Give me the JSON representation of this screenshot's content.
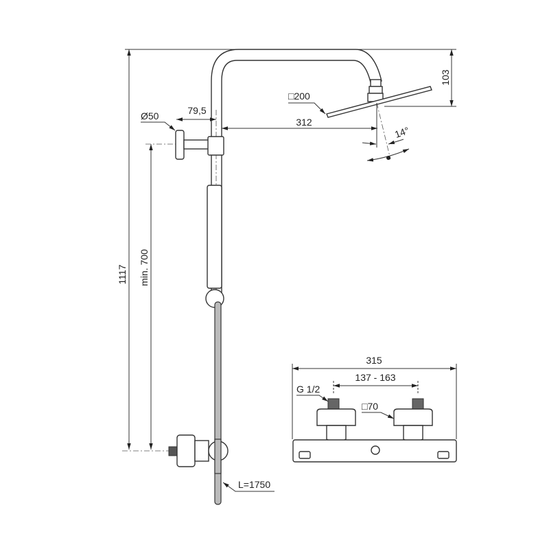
{
  "dimensions": {
    "height_total": "1117",
    "min_height": "min. 700",
    "flange_diameter": "Ø50",
    "wall_offset": "79,5",
    "arm_reach": "312",
    "head_drop": "103",
    "head_size": "□200",
    "tilt_angle": "14°",
    "hose_length": "L=1750",
    "mixer_width": "315",
    "inlet_spacing": "137 - 163",
    "thread": "G 1/2",
    "nut_size": "□70"
  }
}
